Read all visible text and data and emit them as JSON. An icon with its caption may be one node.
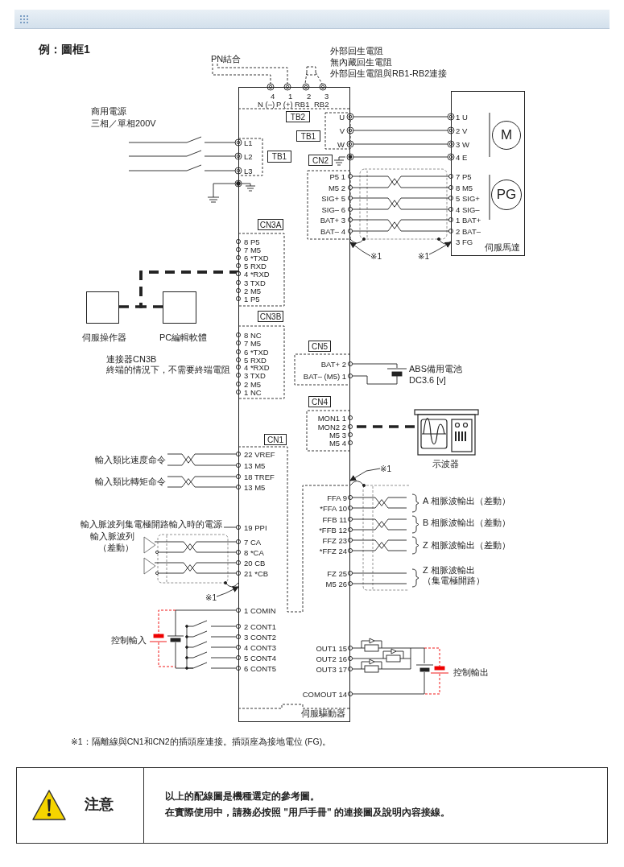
{
  "diagram": {
    "nodes": [
      {
        "text": [
          "伺服驅動器"
        ]
      },
      {
        "text": [
          "TB2"
        ],
        "in": 0
      },
      {
        "text": [
          "TB1"
        ],
        "in": 0
      },
      {
        "text": [
          "TB1"
        ],
        "in": 0
      },
      {
        "text": [
          "CN2"
        ],
        "in": 0
      },
      {
        "text": [
          "CN3A"
        ],
        "in": 0
      },
      {
        "text": [
          "CN3B"
        ],
        "in": 0
      },
      {
        "text": [
          "CN5"
        ],
        "in": 0
      },
      {
        "text": [
          "CN4"
        ],
        "in": 0
      },
      {
        "text": [
          "CN1"
        ],
        "in": 0
      },
      {
        "text": [
          "伺服馬達"
        ]
      },
      {
        "text": [
          "M"
        ],
        "in": 10
      },
      {
        "text": [
          "PG"
        ],
        "in": 10
      },
      {
        "text": [
          "伺服操作器"
        ]
      },
      {
        "text": [
          "PC編輯軟體"
        ]
      },
      {
        "text": [
          "示波器"
        ]
      },
      {
        "text": [
          "※1"
        ]
      },
      {
        "text": [
          "※1"
        ]
      },
      {
        "text": [
          "※1"
        ]
      },
      {
        "text": [
          "※1"
        ]
      },
      {
        "text": [
          "注意",
          "以上的配線圖是機種選定的參考圖。",
          "在實際使用中，請務必按照 \"用戶手冊\" 的連接圖及說明內容接線。"
        ]
      },
      {
        "text": [
          "PN結合"
        ]
      },
      {
        "text": [
          "輸入類比速度命令"
        ]
      },
      {
        "text": [
          "輸入類比轉矩命令"
        ]
      },
      {
        "text": [
          "輸入脈波列集電極開路輸入時的電源"
        ]
      },
      {
        "text": [],
        "shape": "triangle"
      },
      {
        "text": [],
        "shape": "triangle"
      }
    ],
    "edges": [
      {
        "from": 0,
        "to": 10,
        "arrow": "other"
      },
      {
        "from": 0,
        "to": 10,
        "arrow": "other"
      },
      {
        "from": 0,
        "to": 10,
        "arrow": "other"
      },
      {
        "from": 0,
        "to": 10,
        "arrow": "other"
      },
      {
        "from": 0,
        "to": 10,
        "arrow": "other"
      },
      {
        "from": 0,
        "to": 10,
        "arrow": "other"
      },
      {
        "from": 0,
        "to": 10,
        "arrow": "other"
      },
      {
        "from": 0,
        "to": 10,
        "arrow": "other"
      },
      {
        "from": 0,
        "to": 10,
        "arrow": "other"
      },
      {
        "from": 0,
        "to": 10,
        "arrow": "other"
      },
      {
        "from": 13,
        "to": 0,
        "arrow": "other",
        "style": "dashed"
      },
      {
        "from": 14,
        "to": 0,
        "arrow": "other",
        "style": "dashed"
      },
      {
        "from": 15,
        "to": 0,
        "arrow": "other",
        "style": "dashed"
      },
      {
        "from": 16,
        "to": 0,
        "arrow": "to"
      },
      {
        "from": 17,
        "to": 10,
        "arrow": "to"
      },
      {
        "from": 18,
        "to": 0,
        "arrow": "to"
      },
      {
        "from": 19,
        "to": 0,
        "arrow": "to"
      },
      {
        "from": null,
        "to": 0,
        "arrow": "other"
      },
      {
        "from": null,
        "to": 0,
        "arrow": "other"
      },
      {
        "from": null,
        "to": 0,
        "arrow": "other"
      },
      {
        "from": 21,
        "to": 0,
        "arrow": "other",
        "style": "dashed"
      },
      {
        "from": 21,
        "to": 0,
        "arrow": "other",
        "style": "dashed"
      },
      {
        "from": 22,
        "to": 0,
        "arrow": "other"
      },
      {
        "from": 22,
        "to": 0,
        "arrow": "other"
      },
      {
        "from": 23,
        "to": 0,
        "arrow": "other"
      },
      {
        "from": 23,
        "to": 0,
        "arrow": "other"
      },
      {
        "from": 24,
        "to": 0,
        "arrow": "other"
      },
      {
        "from": 0,
        "to": null,
        "arrow": "other"
      },
      {
        "from": 0,
        "to": null,
        "arrow": "other"
      },
      {
        "from": 0,
        "to": null,
        "arrow": "other"
      },
      {
        "from": 0,
        "to": null,
        "arrow": "other"
      },
      {
        "from": 0,
        "to": null,
        "arrow": "other"
      },
      {
        "from": 0,
        "to": null,
        "arrow": "other"
      },
      {
        "from": 0,
        "to": null,
        "arrow": "other"
      },
      {
        "from": 0,
        "to": null,
        "arrow": "other"
      },
      {
        "from": 25,
        "to": 0,
        "arrow": "other"
      },
      {
        "from": 25,
        "to": 0,
        "arrow": "other"
      },
      {
        "from": 26,
        "to": 0,
        "arrow": "other"
      },
      {
        "from": 26,
        "to": 0,
        "arrow": "other"
      }
    ],
    "labels": [
      "例：圖框1",
      "外部回生電阻",
      "無內藏回生電阻",
      "外部回生電阻與RB1-RB2連接",
      "4",
      "1",
      "2",
      "3",
      "N (–)",
      "P (+)",
      "RB1",
      "RB2",
      "商用電源",
      "三相／單相200V",
      "U",
      "V",
      "L1",
      "W",
      "L2",
      "L3",
      "P5 1",
      "M5 2",
      "SIG+ 5",
      "SIG– 6",
      "BAT+ 3",
      "BAT– 4",
      "1 U",
      "2 V",
      "3 W",
      "4 E",
      "7 P5",
      "8 M5",
      "5 SIG+",
      "4 SIG–",
      "1 BAT+",
      "2 BAT–",
      "8 P5",
      "3 FG",
      "7 M5",
      "6 *TXD",
      "5 RXD",
      "4 *RXD",
      "3 TXD",
      "2 M5",
      "1 P5",
      "8 NC",
      "7 M5",
      "6 *TXD",
      "5 RXD",
      "4 *RXD",
      "3 TXD",
      "2 M5",
      "1 NC",
      "連接器CN3B",
      "終端的情況下，不需要終端電阻",
      "BAT+ 2",
      "BAT– (M5) 1",
      "ABS備用電池",
      "DC3.6 [v]",
      "MON1 1",
      "MON2 2",
      "M5 3",
      "M5 4",
      "22 VREF",
      "13 M5",
      "18 TREF",
      "13 M5",
      "19 PPI",
      "輸入脈波列",
      "（差動）",
      "7 CA",
      "8 *CA",
      "20 CB",
      "21 *CB",
      "1 COMIN",
      "2 CONT1",
      "3 CONT2",
      "4 CONT3",
      "5 CONT4",
      "6 CONT5",
      "控制輸入",
      "FFA 9",
      "*FFA 10",
      "FFB 11",
      "*FFB 12",
      "FFZ 23",
      "*FFZ 24",
      "FZ 25",
      "M5 26",
      "A 相脈波輸出（差動）",
      "B 相脈波輸出（差動）",
      "Z 相脈波輸出（差動）",
      "Z 相脈波輸出",
      "（集電極開路）",
      "OUT1 15",
      "OUT2 16",
      "OUT3 17",
      "COMOUT 14",
      "控制輸出",
      "※1：隔離線與CN1和CN2的插頭座連接。插頭座為接地電位 (FG)。"
    ]
  }
}
